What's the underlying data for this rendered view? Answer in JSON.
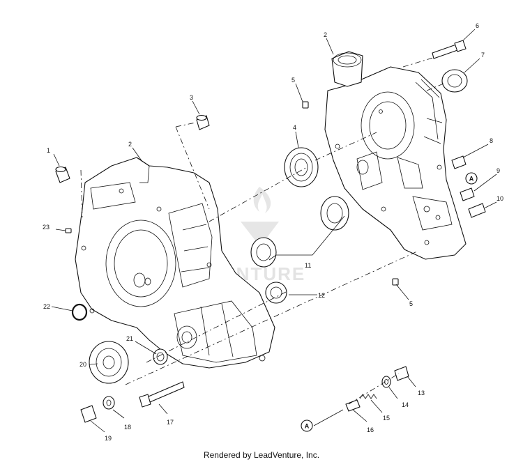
{
  "diagram": {
    "callouts": [
      {
        "key": "c1",
        "text": "1"
      },
      {
        "key": "c2a",
        "text": "2"
      },
      {
        "key": "c2b",
        "text": "2"
      },
      {
        "key": "c3",
        "text": "3"
      },
      {
        "key": "c4",
        "text": "4"
      },
      {
        "key": "c5a",
        "text": "5"
      },
      {
        "key": "c5b",
        "text": "5"
      },
      {
        "key": "c6",
        "text": "6"
      },
      {
        "key": "c7",
        "text": "7"
      },
      {
        "key": "c8",
        "text": "8"
      },
      {
        "key": "c9",
        "text": "9"
      },
      {
        "key": "c10",
        "text": "10"
      },
      {
        "key": "c11",
        "text": "11"
      },
      {
        "key": "c12",
        "text": "12"
      },
      {
        "key": "c13",
        "text": "13"
      },
      {
        "key": "c14",
        "text": "14"
      },
      {
        "key": "c15",
        "text": "15"
      },
      {
        "key": "c16",
        "text": "16"
      },
      {
        "key": "c17",
        "text": "17"
      },
      {
        "key": "c18",
        "text": "18"
      },
      {
        "key": "c19",
        "text": "19"
      },
      {
        "key": "c20",
        "text": "20"
      },
      {
        "key": "c21",
        "text": "21"
      },
      {
        "key": "c22",
        "text": "22"
      },
      {
        "key": "c23",
        "text": "23"
      }
    ],
    "reference_marker": "A",
    "watermark": "VENTURE",
    "footer": "Rendered by LeadVenture, Inc."
  }
}
